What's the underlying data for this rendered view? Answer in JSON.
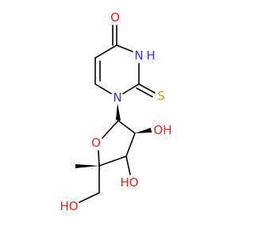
{
  "molecule": {
    "atoms": {
      "o_carbonyl": {
        "label": "O",
        "color": "#e8231e"
      },
      "n_h": {
        "label": "N",
        "color": "#3535e8"
      },
      "h_on_n": {
        "label": "H",
        "color": "#3535e8"
      },
      "n1": {
        "label": "N",
        "color": "#3535e8"
      },
      "s_thione": {
        "label": "S",
        "color": "#c9a300"
      },
      "o_ring": {
        "label": "O",
        "color": "#e8231e"
      },
      "ho_2": {
        "label": "OH",
        "color": "#e8231e"
      },
      "ho_3": {
        "label": "HO",
        "color": "#e8231e"
      },
      "ho_5": {
        "label": "HO",
        "color": "#e8231e"
      }
    },
    "bond_color": "#000000"
  }
}
